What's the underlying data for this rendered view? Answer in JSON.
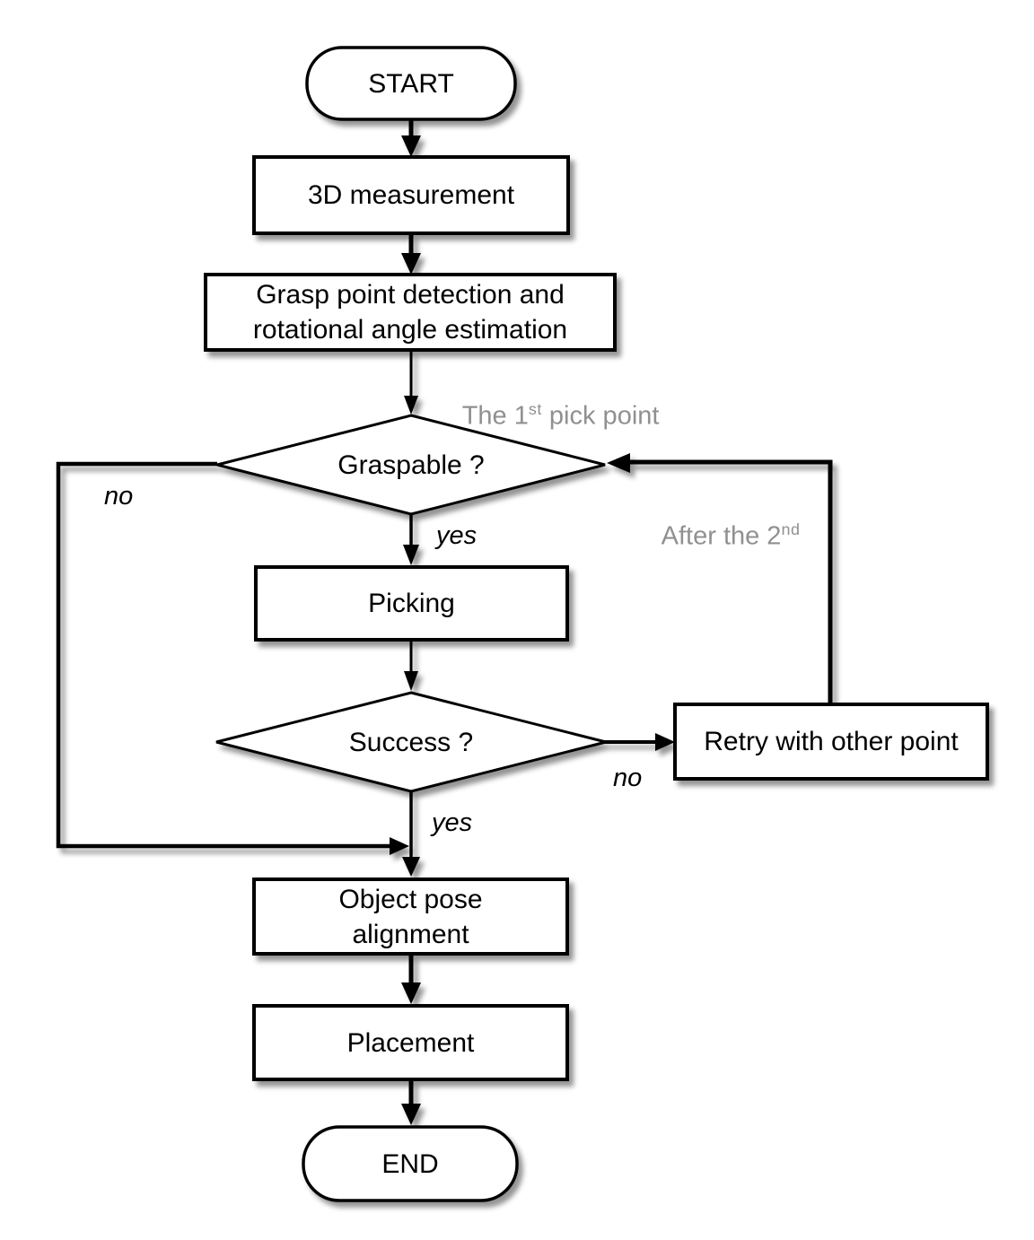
{
  "nodes": {
    "start": {
      "label": "START",
      "type": "terminator"
    },
    "measurement": {
      "label": "3D measurement",
      "type": "process"
    },
    "grasp": {
      "lines": [
        "Grasp point detection and",
        "rotational angle estimation"
      ],
      "type": "process"
    },
    "graspable": {
      "label": "Graspable ?",
      "type": "decision"
    },
    "picking": {
      "label": "Picking",
      "type": "process"
    },
    "success": {
      "label": "Success ?",
      "type": "decision"
    },
    "retry": {
      "label": "Retry with other point",
      "type": "process"
    },
    "object_pose": {
      "lines": [
        "Object pose",
        "alignment"
      ],
      "type": "process"
    },
    "placement": {
      "label": "Placement",
      "type": "process"
    },
    "end": {
      "label": "END",
      "type": "terminator"
    }
  },
  "edge_labels": {
    "graspable_yes": "yes",
    "graspable_no": "no",
    "success_yes": "yes",
    "success_no": "no"
  },
  "annotations": {
    "first_pick": {
      "prefix": "The 1",
      "sup": "st",
      "suffix": " pick point"
    },
    "after_second": {
      "prefix": "After the 2",
      "sup": "nd",
      "suffix": ""
    }
  },
  "colors": {
    "line": "#000000",
    "node_fill": "#ffffff",
    "annotation_text": "#909090",
    "background": "#ffffff"
  }
}
